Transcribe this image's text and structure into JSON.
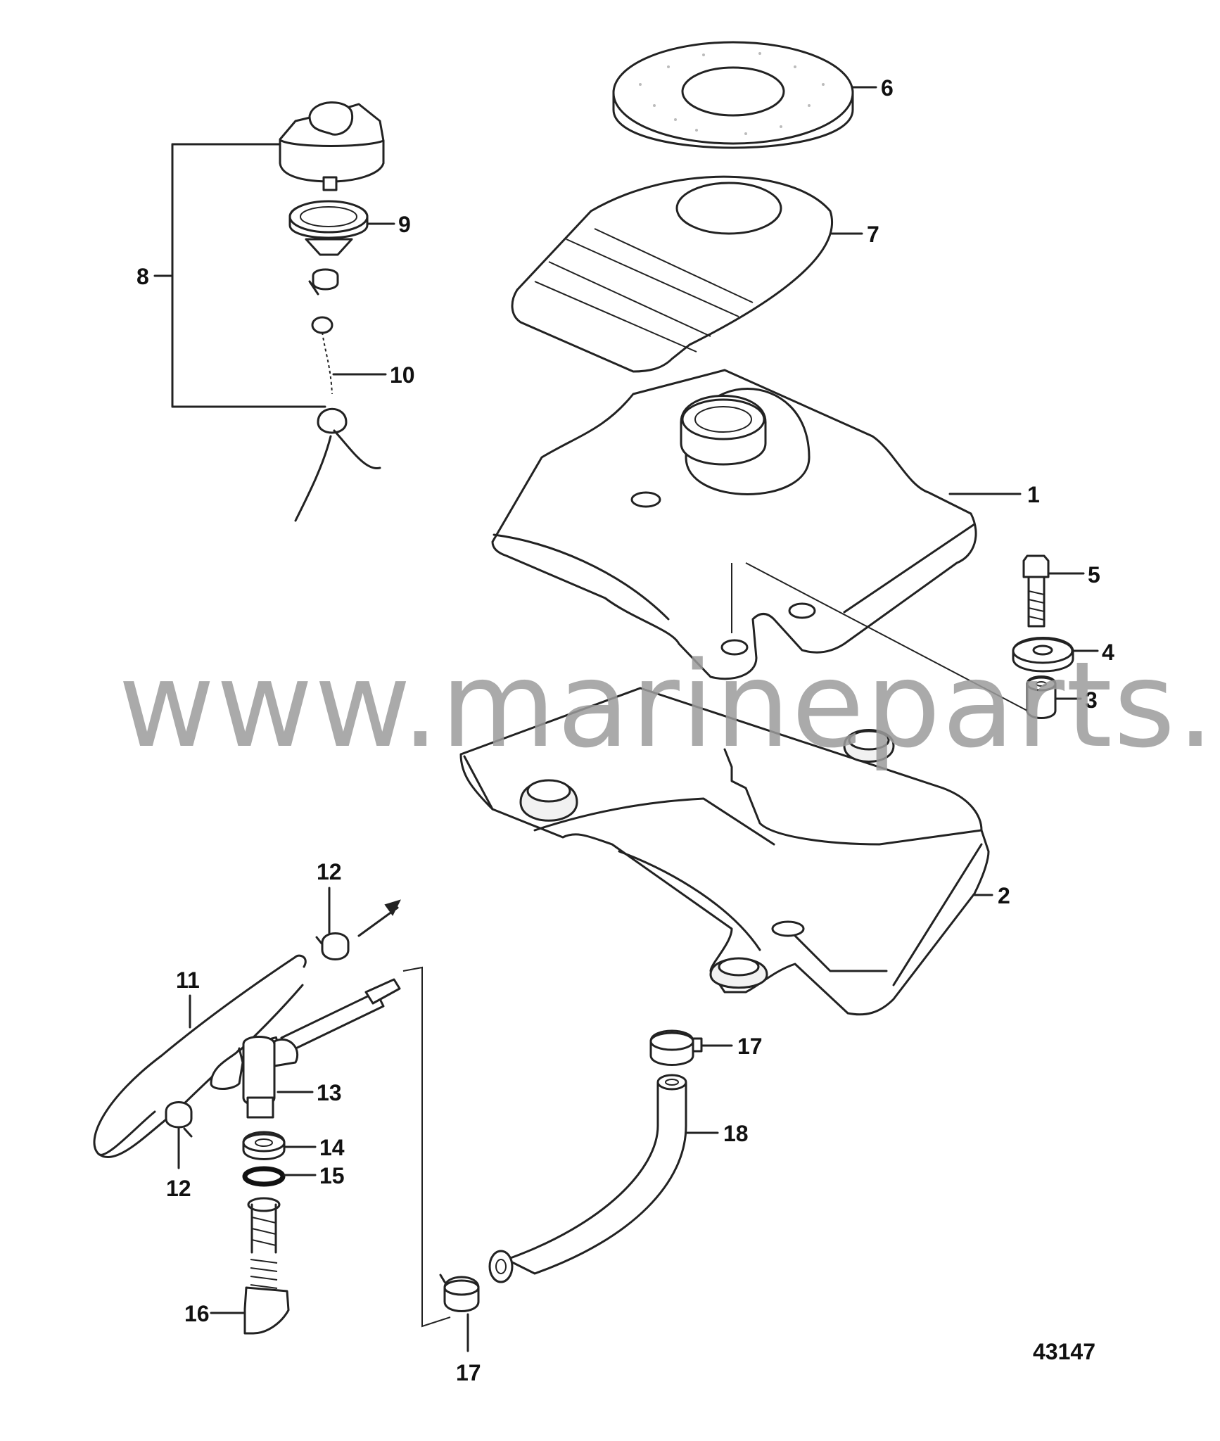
{
  "diagram": {
    "figure_number": "43147",
    "watermark": "www.marineparts.eu",
    "callouts": {
      "c1": "1",
      "c2": "2",
      "c3": "3",
      "c4": "4",
      "c5": "5",
      "c6": "6",
      "c7": "7",
      "c8": "8",
      "c9": "9",
      "c10": "10",
      "c11": "11",
      "c12a": "12",
      "c12b": "12",
      "c13": "13",
      "c14": "14",
      "c15": "15",
      "c16": "16",
      "c17a": "17",
      "c17b": "17",
      "c18": "18"
    }
  }
}
